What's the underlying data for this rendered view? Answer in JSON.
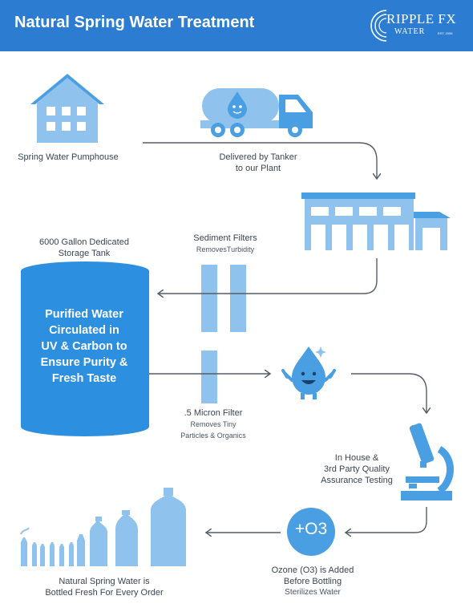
{
  "header": {
    "title": "Natural Spring Water Treatment",
    "logo_brand": "RIPPLE FX",
    "logo_sub": "WATER",
    "logo_est": "EST. 2006"
  },
  "steps": {
    "pumphouse": "Spring Water Pumphouse",
    "tanker_line1": "Delivered by Tanker",
    "tanker_line2": "to our Plant",
    "storage_line1": "6000 Gallon Dedicated",
    "storage_line2": "Storage Tank",
    "sediment_title": "Sediment Filters",
    "sediment_sub": "RemovesTurbidity",
    "tank_line1": "Purified Water",
    "tank_line2": "Circulated in",
    "tank_line3": "UV & Carbon to",
    "tank_line4": "Ensure Purity &",
    "tank_line5": "Fresh Taste",
    "micron_title": ".5 Micron Filter",
    "micron_sub1": "Removes Tiny",
    "micron_sub2": "Particles & Organics",
    "testing_line1": "In House &",
    "testing_line2": "3rd Party  Quality",
    "testing_line3": "Assurance Testing",
    "ozone_symbol": "+O3",
    "ozone_line1": "Ozone (O3) is Added",
    "ozone_line2": "Before Bottling",
    "ozone_sub": "Sterilizes Water",
    "bottled_line1": "Natural Spring Water is",
    "bottled_line2": "Bottled Fresh For Every Order"
  },
  "colors": {
    "header_blue": "#2c7dd1",
    "icon_blue": "#8fc3ee",
    "icon_blue_dark": "#4a9fe3",
    "arrow_gray": "#555d66"
  }
}
